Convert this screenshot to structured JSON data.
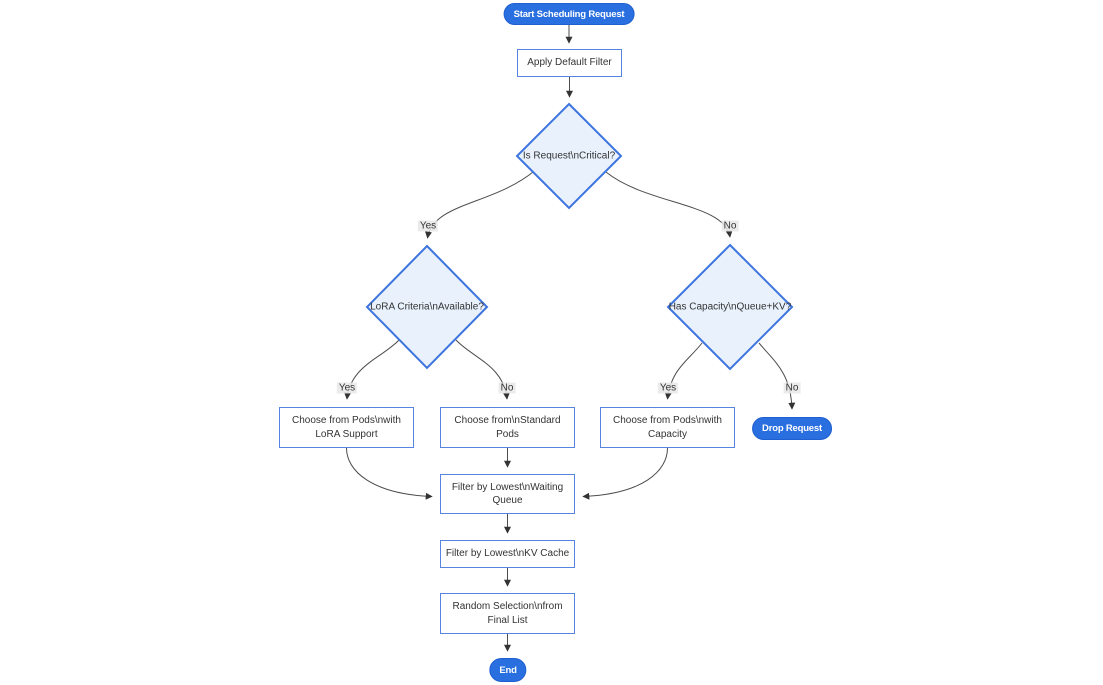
{
  "diagram": {
    "type": "flowchart",
    "direction": "top-down",
    "colors": {
      "background": "#ffffff",
      "terminal_fill": "#2a6fdf",
      "terminal_text": "#ffffff",
      "process_fill": "#ffffff",
      "process_border": "#5585e0",
      "decision_fill": "#e8f1fc",
      "decision_border": "#3d74dd",
      "edge_stroke": "#4d4d4d",
      "edge_label_bg": "#e8e8e8",
      "text": "#333333"
    },
    "nodes": {
      "start": {
        "shape": "stadium",
        "label": "Start Scheduling Request"
      },
      "apply_filter": {
        "shape": "rect",
        "label": "Apply Default Filter"
      },
      "is_critical": {
        "shape": "decision",
        "label": "Is Request\\nCritical?"
      },
      "lora_criteria": {
        "shape": "decision",
        "label": "LoRA Criteria\\nAvailable?"
      },
      "has_capacity": {
        "shape": "decision",
        "label": "Has Capacity\\nQueue+KV?"
      },
      "choose_lora": {
        "shape": "rect",
        "label": "Choose from Pods\\nwith\nLoRA Support"
      },
      "choose_standard": {
        "shape": "rect",
        "label": "Choose from\\nStandard\nPods"
      },
      "choose_capacity": {
        "shape": "rect",
        "label": "Choose from Pods\\nwith\nCapacity"
      },
      "drop_request": {
        "shape": "stadium",
        "label": "Drop Request"
      },
      "filter_queue": {
        "shape": "rect",
        "label": "Filter by Lowest\\nWaiting\nQueue"
      },
      "filter_kv": {
        "shape": "rect",
        "label": "Filter by Lowest\\nKV Cache"
      },
      "random_selection": {
        "shape": "rect",
        "label": "Random Selection\\nfrom\nFinal List"
      },
      "end": {
        "shape": "stadium",
        "label": "End"
      }
    },
    "edge_labels": {
      "critical_yes": "Yes",
      "critical_no": "No",
      "lora_yes": "Yes",
      "lora_no": "No",
      "capacity_yes": "Yes",
      "capacity_no": "No"
    }
  }
}
